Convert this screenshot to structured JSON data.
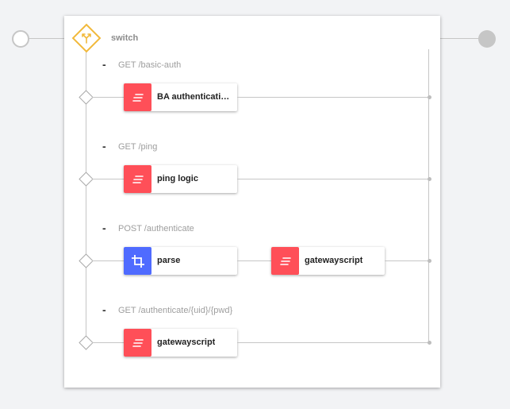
{
  "switch": {
    "label": "switch",
    "accent_color": "#f1b93b",
    "icon": "branch-icon"
  },
  "colors": {
    "gatewayscript_icon": "#ff4f58",
    "parse_icon": "#4f6bff",
    "connector": "#c6c6c6"
  },
  "cases": [
    {
      "marker": "-",
      "condition": "GET /basic-auth",
      "nodes": [
        {
          "label": "BA authenticati…",
          "type": "gatewayscript",
          "icon": "script-lines-icon"
        }
      ]
    },
    {
      "marker": "-",
      "condition": "GET /ping",
      "nodes": [
        {
          "label": "ping logic",
          "type": "gatewayscript",
          "icon": "script-lines-icon"
        }
      ]
    },
    {
      "marker": "-",
      "condition": "POST /authenticate",
      "nodes": [
        {
          "label": "parse",
          "type": "parse",
          "icon": "crop-icon"
        },
        {
          "label": "gatewayscript",
          "type": "gatewayscript",
          "icon": "script-lines-icon"
        }
      ]
    },
    {
      "marker": "-",
      "condition": "GET /authenticate/{uid}/{pwd}",
      "nodes": [
        {
          "label": "gatewayscript",
          "type": "gatewayscript",
          "icon": "script-lines-icon"
        }
      ]
    }
  ]
}
